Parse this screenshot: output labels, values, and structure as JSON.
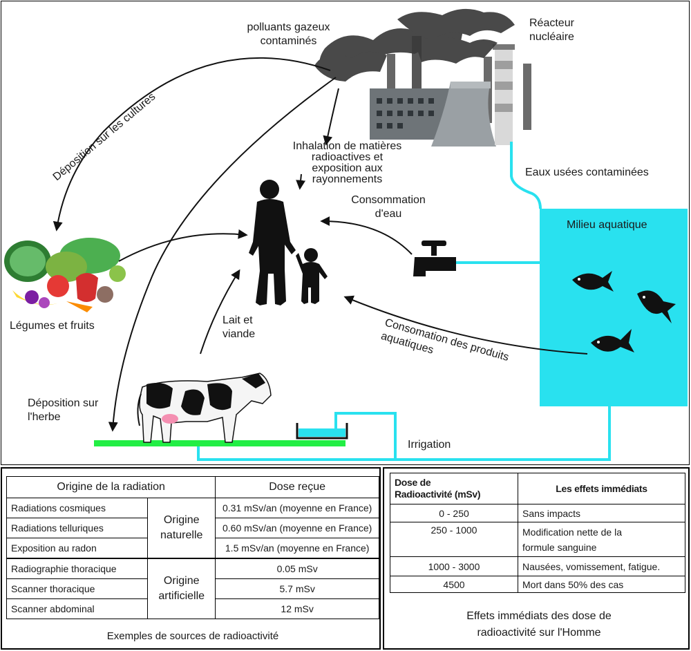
{
  "diagram": {
    "labels": {
      "gas_pollutants": "polluants gazeux\ncontaminés",
      "reactor": "Réacteur\nnucléaire",
      "crop_deposition": "Déposition sur les cultures",
      "inhalation": "Inhalation de matières\nradioactives et\nexposition aux\nrayonnements",
      "wastewater": "Eaux usées contaminées",
      "water_consumption": "Consommation\nd'eau",
      "aquatic_env": "Milieu aquatique",
      "vegetables": "Légumes et fruits",
      "milk_meat": "Lait et\nviande",
      "aquatic_products": "Consomation des produits\naquatiques",
      "grass_deposition": "Déposition sur\nl'herbe",
      "irrigation": "Irrigation"
    },
    "colors": {
      "water": "#29e1ef",
      "grass": "#22ee44",
      "smoke": "#3a3a3a",
      "silhouette": "#111111"
    }
  },
  "sources_table": {
    "headers": [
      "Origine de la radiation",
      "Dose reçue"
    ],
    "rows": [
      {
        "source": "Radiations cosmiques",
        "dose": "0.31 mSv/an (moyenne en France)"
      },
      {
        "source": "Radiations telluriques",
        "dose": "0.60 mSv/an (moyenne en France)"
      },
      {
        "source": "Exposition au radon",
        "dose": "1.5 mSv/an (moyenne en France)"
      },
      {
        "source": "Radiographie thoracique",
        "dose": "0.05 mSv"
      },
      {
        "source": "Scanner thoracique",
        "dose": "5.7 mSv"
      },
      {
        "source": "Scanner abdominal",
        "dose": "12 mSv"
      }
    ],
    "groups": {
      "natural": "Origine\nnaturelle",
      "artificial": "Origine\nartificielle"
    },
    "caption": "Exemples de sources de radioactivité"
  },
  "effects_table": {
    "headers": {
      "dose_line1": "Dose de",
      "dose_line2": "Radioactivité (mSv)",
      "effects": "Les effets immédiats"
    },
    "rows": [
      {
        "range": "0 - 250",
        "effect": "Sans impacts"
      },
      {
        "range": "250 - 1000",
        "effect": "Modification nette de la\nformule  sanguine"
      },
      {
        "range": "1000 - 3000",
        "effect": "Nausées, vomissement, fatigue."
      },
      {
        "range": "4500",
        "effect": "Mort dans 50% des cas"
      }
    ],
    "caption": "Effets immédiats des dose de\nradioactivité sur l'Homme"
  }
}
